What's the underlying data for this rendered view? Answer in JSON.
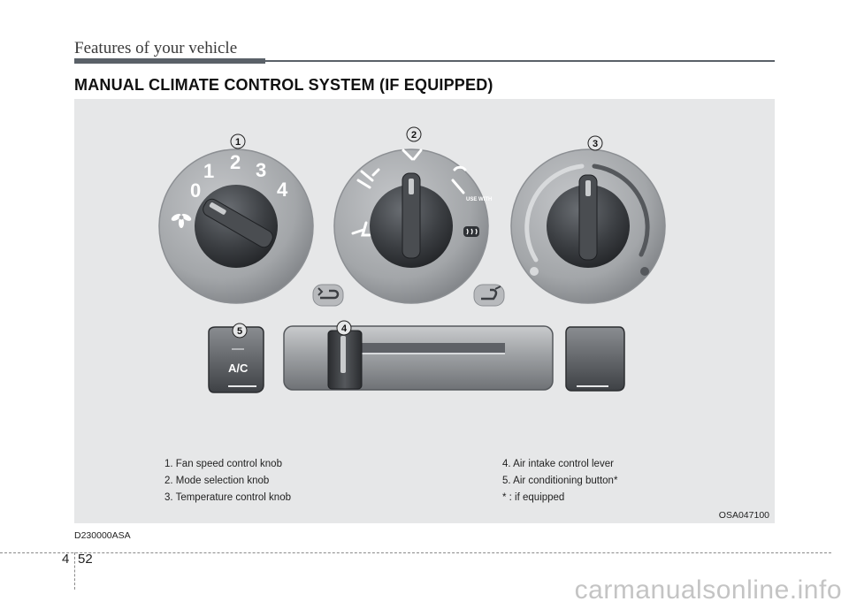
{
  "header": {
    "running_title": "Features of your vehicle",
    "section_title": "MANUAL CLIMATE CONTROL SYSTEM (IF EQUIPPED)"
  },
  "figure": {
    "fan_numbers": [
      "0",
      "1",
      "2",
      "3",
      "4"
    ],
    "use_with_text": "USE WITH",
    "ac_label": "A/C",
    "callouts": [
      "1",
      "2",
      "3",
      "4",
      "5"
    ],
    "legend_left": [
      "1. Fan speed control knob",
      "2. Mode selection knob",
      "3. Temperature control knob"
    ],
    "legend_right": [
      "4. Air intake control lever",
      "5. Air conditioning button*",
      "* : if equipped"
    ],
    "figure_code": "OSA047100"
  },
  "doc_code": "D230000ASA",
  "footer": {
    "chapter": "4",
    "page": "52",
    "watermark": "carmanualsonline.info"
  },
  "colors": {
    "panel_bg": "#e6e7e8",
    "dial_face": "#a9abae",
    "knob_dark": "#3c3f43",
    "rule": "#5a6168",
    "temp_arc_cold": "#d8dadc",
    "temp_arc_hot": "#55585c"
  },
  "icons": [
    "fan-icon",
    "face-vent-icon",
    "bi-level-icon",
    "floor-icon",
    "floor-defrost-icon",
    "defrost-icon",
    "recirculation-icon",
    "fresh-air-icon"
  ]
}
